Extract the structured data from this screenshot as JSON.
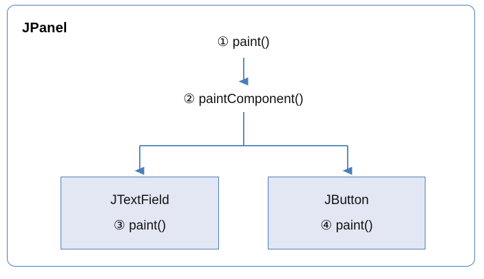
{
  "panel": {
    "title": "JPanel",
    "border_color": "#4a7ebb"
  },
  "calls": {
    "paint": "① paint()",
    "paint_component": "② paintComponent()"
  },
  "children": [
    {
      "name": "JTextField",
      "method": "③ paint()",
      "fill_color": "#e3e7f3",
      "border_color": "#4a7ebb"
    },
    {
      "name": "JButton",
      "method": "④ paint()",
      "fill_color": "#e3e7f3",
      "border_color": "#4a7ebb"
    }
  ],
  "connectors": {
    "arrow_color": "#4a7ebb",
    "labels": [
      "paint-to-paintComponent",
      "paintComponent-to-JTextField",
      "paintComponent-to-JButton"
    ]
  }
}
